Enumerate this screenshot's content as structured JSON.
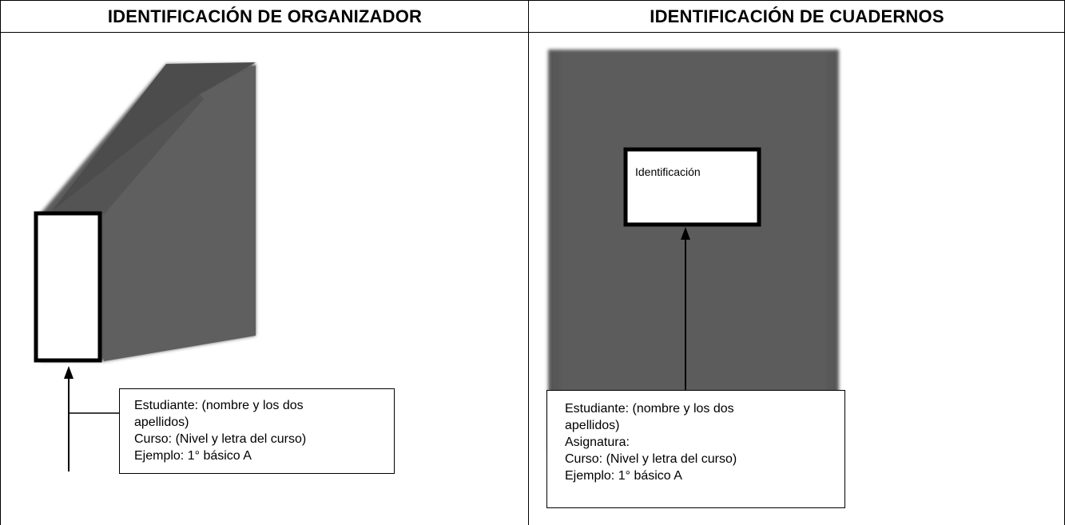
{
  "headers": {
    "organizer": "IDENTIFICACIÓN DE ORGANIZADOR",
    "notebooks": "IDENTIFICACIÓN DE CUADERNOS"
  },
  "organizer": {
    "label_lines": [
      "Estudiante: (nombre y los dos",
      "apellidos)",
      "Curso: (Nivel y letra del curso)",
      "Ejemplo: 1° básico A"
    ]
  },
  "notebook": {
    "cover_label": "Identificación",
    "label_lines": [
      "Estudiante: (nombre y los dos",
      "apellidos)",
      "Asignatura:",
      "Curso: (Nivel y letra del curso)",
      "Ejemplo: 1° básico A"
    ]
  },
  "colors": {
    "organizer_front": "#5e5e5e",
    "organizer_top": "#4f4f4f",
    "notebook_cover": "#5a5a5a",
    "line": "#000000"
  }
}
